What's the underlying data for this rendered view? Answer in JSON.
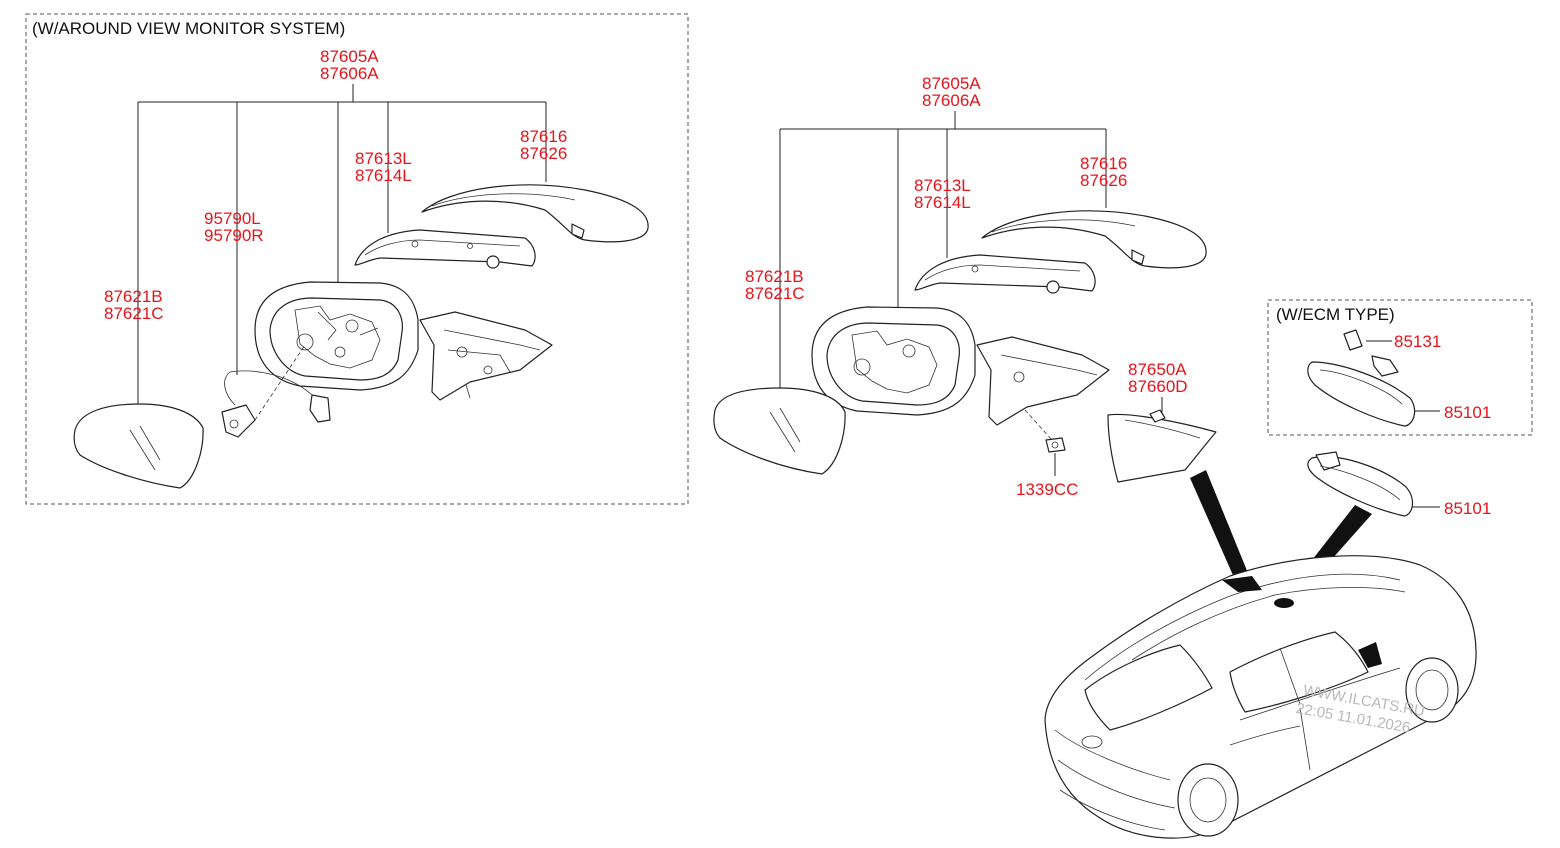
{
  "groups": {
    "around_view": {
      "title": "(W/AROUND VIEW MONITOR SYSTEM)",
      "labels": {
        "assy_a": "87605A",
        "assy_b": "87606A",
        "cover_a": "87616",
        "cover_b": "87626",
        "lamp_a": "87613L",
        "lamp_b": "87614L",
        "camera_a": "95790L",
        "camera_b": "95790R",
        "glass_a": "87621B",
        "glass_b": "87621C"
      }
    },
    "standard": {
      "labels": {
        "assy_a": "87605A",
        "assy_b": "87606A",
        "cover_a": "87616",
        "cover_b": "87626",
        "lamp_a": "87613L",
        "lamp_b": "87614L",
        "glass_a": "87621B",
        "glass_b": "87621C",
        "garnish_a": "87650A",
        "garnish_b": "87660D",
        "nut": "1339CC"
      }
    },
    "ecm": {
      "title": "(W/ECM TYPE)",
      "labels": {
        "bracket": "85131",
        "inside_mirror": "85101"
      }
    },
    "inside_mirror": {
      "label": "85101"
    }
  },
  "watermark": {
    "line1": "WWW.ILCATS.RU",
    "line2": "22:05 11.01.2026"
  },
  "colors": {
    "label": "#e8141b",
    "line": "#222222"
  }
}
